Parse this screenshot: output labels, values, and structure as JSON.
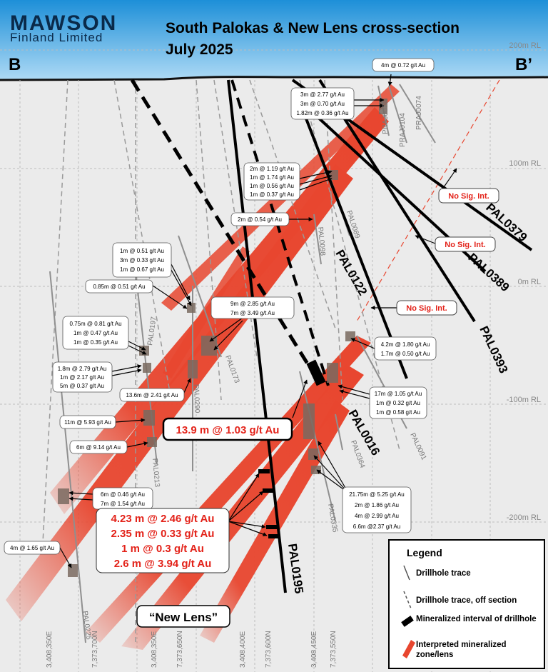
{
  "logo": {
    "name": "MAWSON",
    "sub": "Finland Limited"
  },
  "title": {
    "line1": "South Palokas & New Lens cross-section",
    "line2": "July 2025"
  },
  "section_ends": {
    "left": "B",
    "right": "B’"
  },
  "elevations": [
    "200m RL",
    "100m RL",
    "0m RL",
    "-100m RL",
    "-200m RL"
  ],
  "eastings": [
    "3,408,350E",
    "7,373,700N",
    "3,408,350E",
    "7,373,650N",
    "3,408,400E",
    "7,373,600N",
    "3,408,450E",
    "7,373,550N"
  ],
  "holes": {
    "main": [
      "PAL0379",
      "PAL0389",
      "PAL0393",
      "PAL0122",
      "PAL0016",
      "PAL0195"
    ],
    "minor": [
      "PRAJ0074",
      "PRAJ0104",
      "PRAJ0075",
      "PAL0089",
      "PAL0098",
      "PAL0197",
      "PAL0173",
      "PAL0290",
      "PAL0213",
      "PAL0225",
      "PAL0364",
      "PAL0091",
      "PAL0335"
    ]
  },
  "callouts": {
    "c1": "4m @ 0.72 g/t Au",
    "c2": [
      "3m @ 2.77 g/t Au",
      "3m @ 0.70 g/t Au",
      "1.82m @ 0.36 g/t Au"
    ],
    "c3": [
      "2m @ 1.19 g/t Au",
      "1m @ 1.74 g/t Au",
      "1m @ 0.56 g/t Au",
      "1m @ 0.37 g/t Au"
    ],
    "c4": "2m @ 0.54 g/t Au",
    "c5": [
      "1m @ 0.51 g/t Au",
      "3m @ 0.33 g/t Au",
      "1m @ 0.67 g/t Au"
    ],
    "c6": "0.85m @ 0.51 g/t Au",
    "c7": [
      "9m @ 2.85 g/t Au",
      "7m @ 3.49 g/t Au"
    ],
    "c8": [
      "0.75m @ 0.81 g/t Au",
      "1m @ 0.47 g/t Au",
      "1m @ 0.35 g/t Au"
    ],
    "c9": [
      "1.8m @ 2.79 g/t Au",
      "1m @ 2.17 g/t Au",
      "5m @ 0.37 g/t Au"
    ],
    "c10": "13.6m @ 2.41 g/t Au",
    "c11": "11m @ 5.93 g/t Au",
    "c12": "6m @ 9.14 g/t Au",
    "c13": [
      "6m @ 0.46 g/t Au",
      "7m @ 1.54 g/t Au"
    ],
    "c14": "4m @ 1.65 g/t Au",
    "c15": [
      "4.2m @ 1.80 g/t Au",
      "1.7m @ 0.50 g/t Au"
    ],
    "c16": [
      "17m @ 1.05 g/t Au",
      "1m @ 0.32 g/t Au",
      "1m @ 0.58 g/t Au"
    ],
    "c17": [
      "21.75m @ 5.25 g/t Au",
      "2m @ 1.86 g/t Au",
      "4m @ 2.99 g/t Au",
      "6.6m @2.37 g/t Au"
    ],
    "nsi": "No Sig. Int.",
    "highlight": "13.9 m @ 1.03 g/t Au",
    "big": [
      "4.23 m @ 2.46 g/t Au",
      "2.35 m @ 0.33 g/t Au",
      "1 m @ 0.3 g/t Au",
      "2.6 m @ 3.94 g/t Au"
    ],
    "new_lens": "“New Lens”"
  },
  "legend": {
    "title": "Legend",
    "items": [
      "Drillhole trace",
      "Drillhole trace, off section",
      "Mineralized interval of drillhole",
      "Interpreted mineralized zone/lens"
    ]
  },
  "colors": {
    "sky_top": "#1d8fd8",
    "sky_bottom": "#a8d8f5",
    "ground": "#ebebeb",
    "lens": "#e8462f",
    "highlight_text": "#e32219",
    "drill": "#000000"
  }
}
